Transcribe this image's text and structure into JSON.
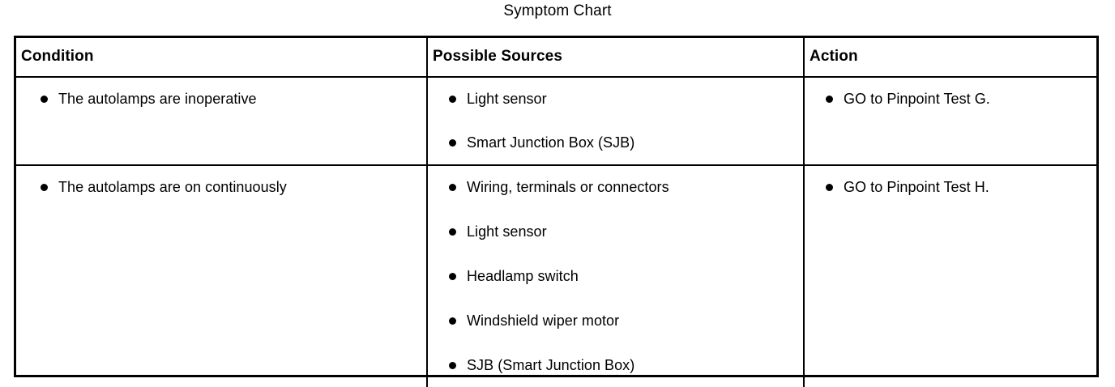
{
  "document": {
    "title": "Symptom Chart"
  },
  "table": {
    "headers": [
      {
        "label": "Condition"
      },
      {
        "label": "Possible Sources"
      },
      {
        "label": "Action"
      }
    ],
    "rows": [
      {
        "condition": [
          "The autolamps are inoperative"
        ],
        "possible_sources": [
          "Light sensor",
          "Smart Junction Box (SJB)"
        ],
        "action": [
          "GO to Pinpoint Test G."
        ]
      },
      {
        "condition": [
          "The autolamps are on continuously"
        ],
        "possible_sources": [
          "Wiring, terminals or connectors",
          "Light sensor",
          "Headlamp switch",
          "Windshield wiper motor",
          "SJB (Smart Junction Box)"
        ],
        "action": [
          "GO to Pinpoint Test H."
        ]
      }
    ]
  },
  "colors": {
    "text": "#000000",
    "background": "#ffffff",
    "border": "#000000"
  }
}
